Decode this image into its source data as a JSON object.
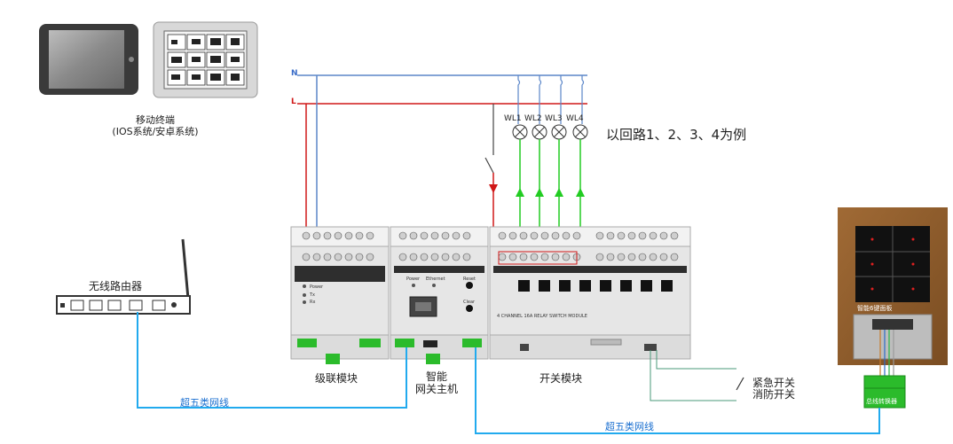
{
  "mobile": {
    "title": "移动终端",
    "subtitle": "(IOS系统/安卓系统)"
  },
  "router": {
    "label": "无线路由器"
  },
  "modules": {
    "cascade": "级联模块",
    "gateway_line1": "智能",
    "gateway_line2": "网关主机",
    "switch": "开关模块",
    "switch_caption": "4 CHANNEL 16A RELAY SWITCH MODULE",
    "gateway_leds": [
      "Power",
      "Ethernet",
      "Reset",
      "Clear"
    ]
  },
  "cascade_leds": [
    "Power",
    "Tx",
    "Rx"
  ],
  "lines": {
    "neutral": "N",
    "live": "L"
  },
  "loads": [
    "WL1",
    "WL2",
    "WL3",
    "WL4"
  ],
  "example_text": "以回路1、2、3、4为例",
  "emergency": {
    "line1": "紧急开关",
    "line2": "消防开关"
  },
  "cable": {
    "left": "超五类网线",
    "right": "超五类网线"
  },
  "panel": {
    "label": "智能6键面板"
  },
  "converter": {
    "label": "总线转换器"
  },
  "colors": {
    "neutral": "#5b86c9",
    "live": "#d01818",
    "load": "#22cc22",
    "cable": "#22aaee",
    "panel_wood": "#8a5a2b"
  }
}
